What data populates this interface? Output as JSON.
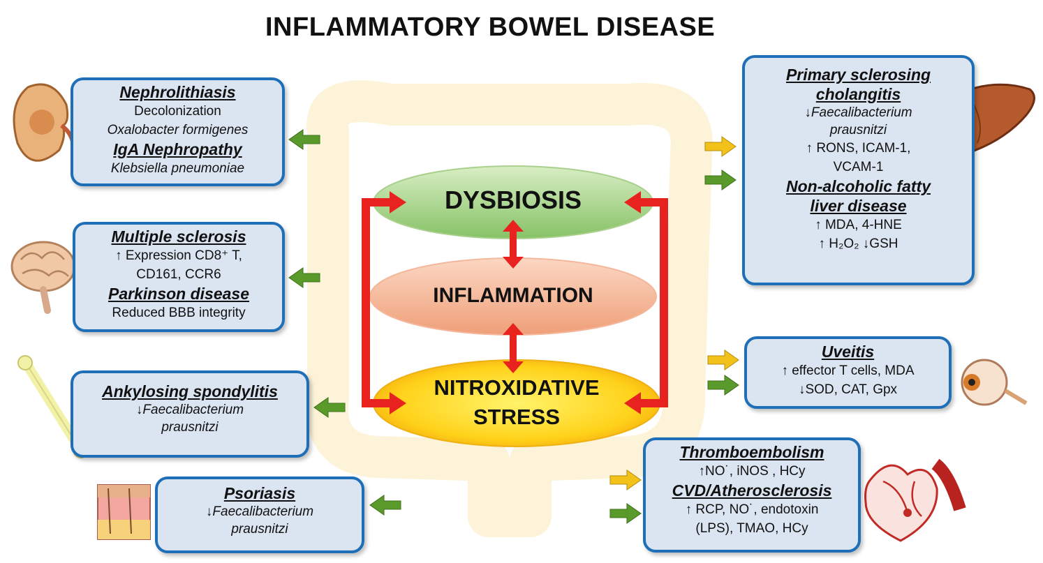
{
  "title": "INFLAMMATORY BOWEL DISEASE",
  "center": {
    "dysbiosis": "DYSBIOSIS",
    "inflammation": "INFLAMMATION",
    "stress_line1": "NITROXIDATIVE",
    "stress_line2": "STRESS"
  },
  "boxes": {
    "kidney": {
      "heading1": "Nephrolithiasis",
      "line1": "Decolonization",
      "line2": "Oxalobacter formigenes",
      "heading2": "IgA Nephropathy",
      "line3": "Klebsiella pneumoniae"
    },
    "brain": {
      "heading1": "Multiple sclerosis",
      "line1": "↑ Expression CD8⁺ T,",
      "line2": "CD161,  CCR6",
      "heading2": "Parkinson  disease",
      "line3": "Reduced BBB integrity"
    },
    "bone": {
      "heading1": "Ankylosing spondylitis",
      "line1": "↓Faecalibacterium",
      "line2": "prausnitzi"
    },
    "skin": {
      "heading1": "Psoriasis",
      "line1": "↓Faecalibacterium",
      "line2": "prausnitzi"
    },
    "liver": {
      "heading1a": "Primary  sclerosing",
      "heading1b": "cholangitis",
      "line1": "↓Faecalibacterium",
      "line2": "prausnitzi",
      "line3": "↑ RONS,  ICAM-1,",
      "line4": "VCAM-1",
      "heading2a": "Non-alcoholic  fatty",
      "heading2b": "liver disease",
      "line5": "↑ MDA,  4-HNE",
      "line6": "↑ H₂O₂ ↓GSH"
    },
    "eye": {
      "heading1": "Uveitis",
      "line1": "↑ effector T cells, MDA",
      "line2": "↓SOD,  CAT,  Gpx"
    },
    "heart": {
      "heading1": "Thromboembolism",
      "line1": "↑NO˙,  iNOS ,  HCy",
      "heading2": "CVD/Atherosclerosis",
      "line2": "↑ RCP,  NO˙,  endotoxin",
      "line3": "(LPS),  TMAO,  HCy"
    }
  },
  "colors": {
    "box_border": "#1f6fb8",
    "box_fill": "#dbe5f1",
    "red_arrow": "#e8231f",
    "green_arrow": "#5a9a2a",
    "yellow_arrow": "#f2c21b"
  }
}
